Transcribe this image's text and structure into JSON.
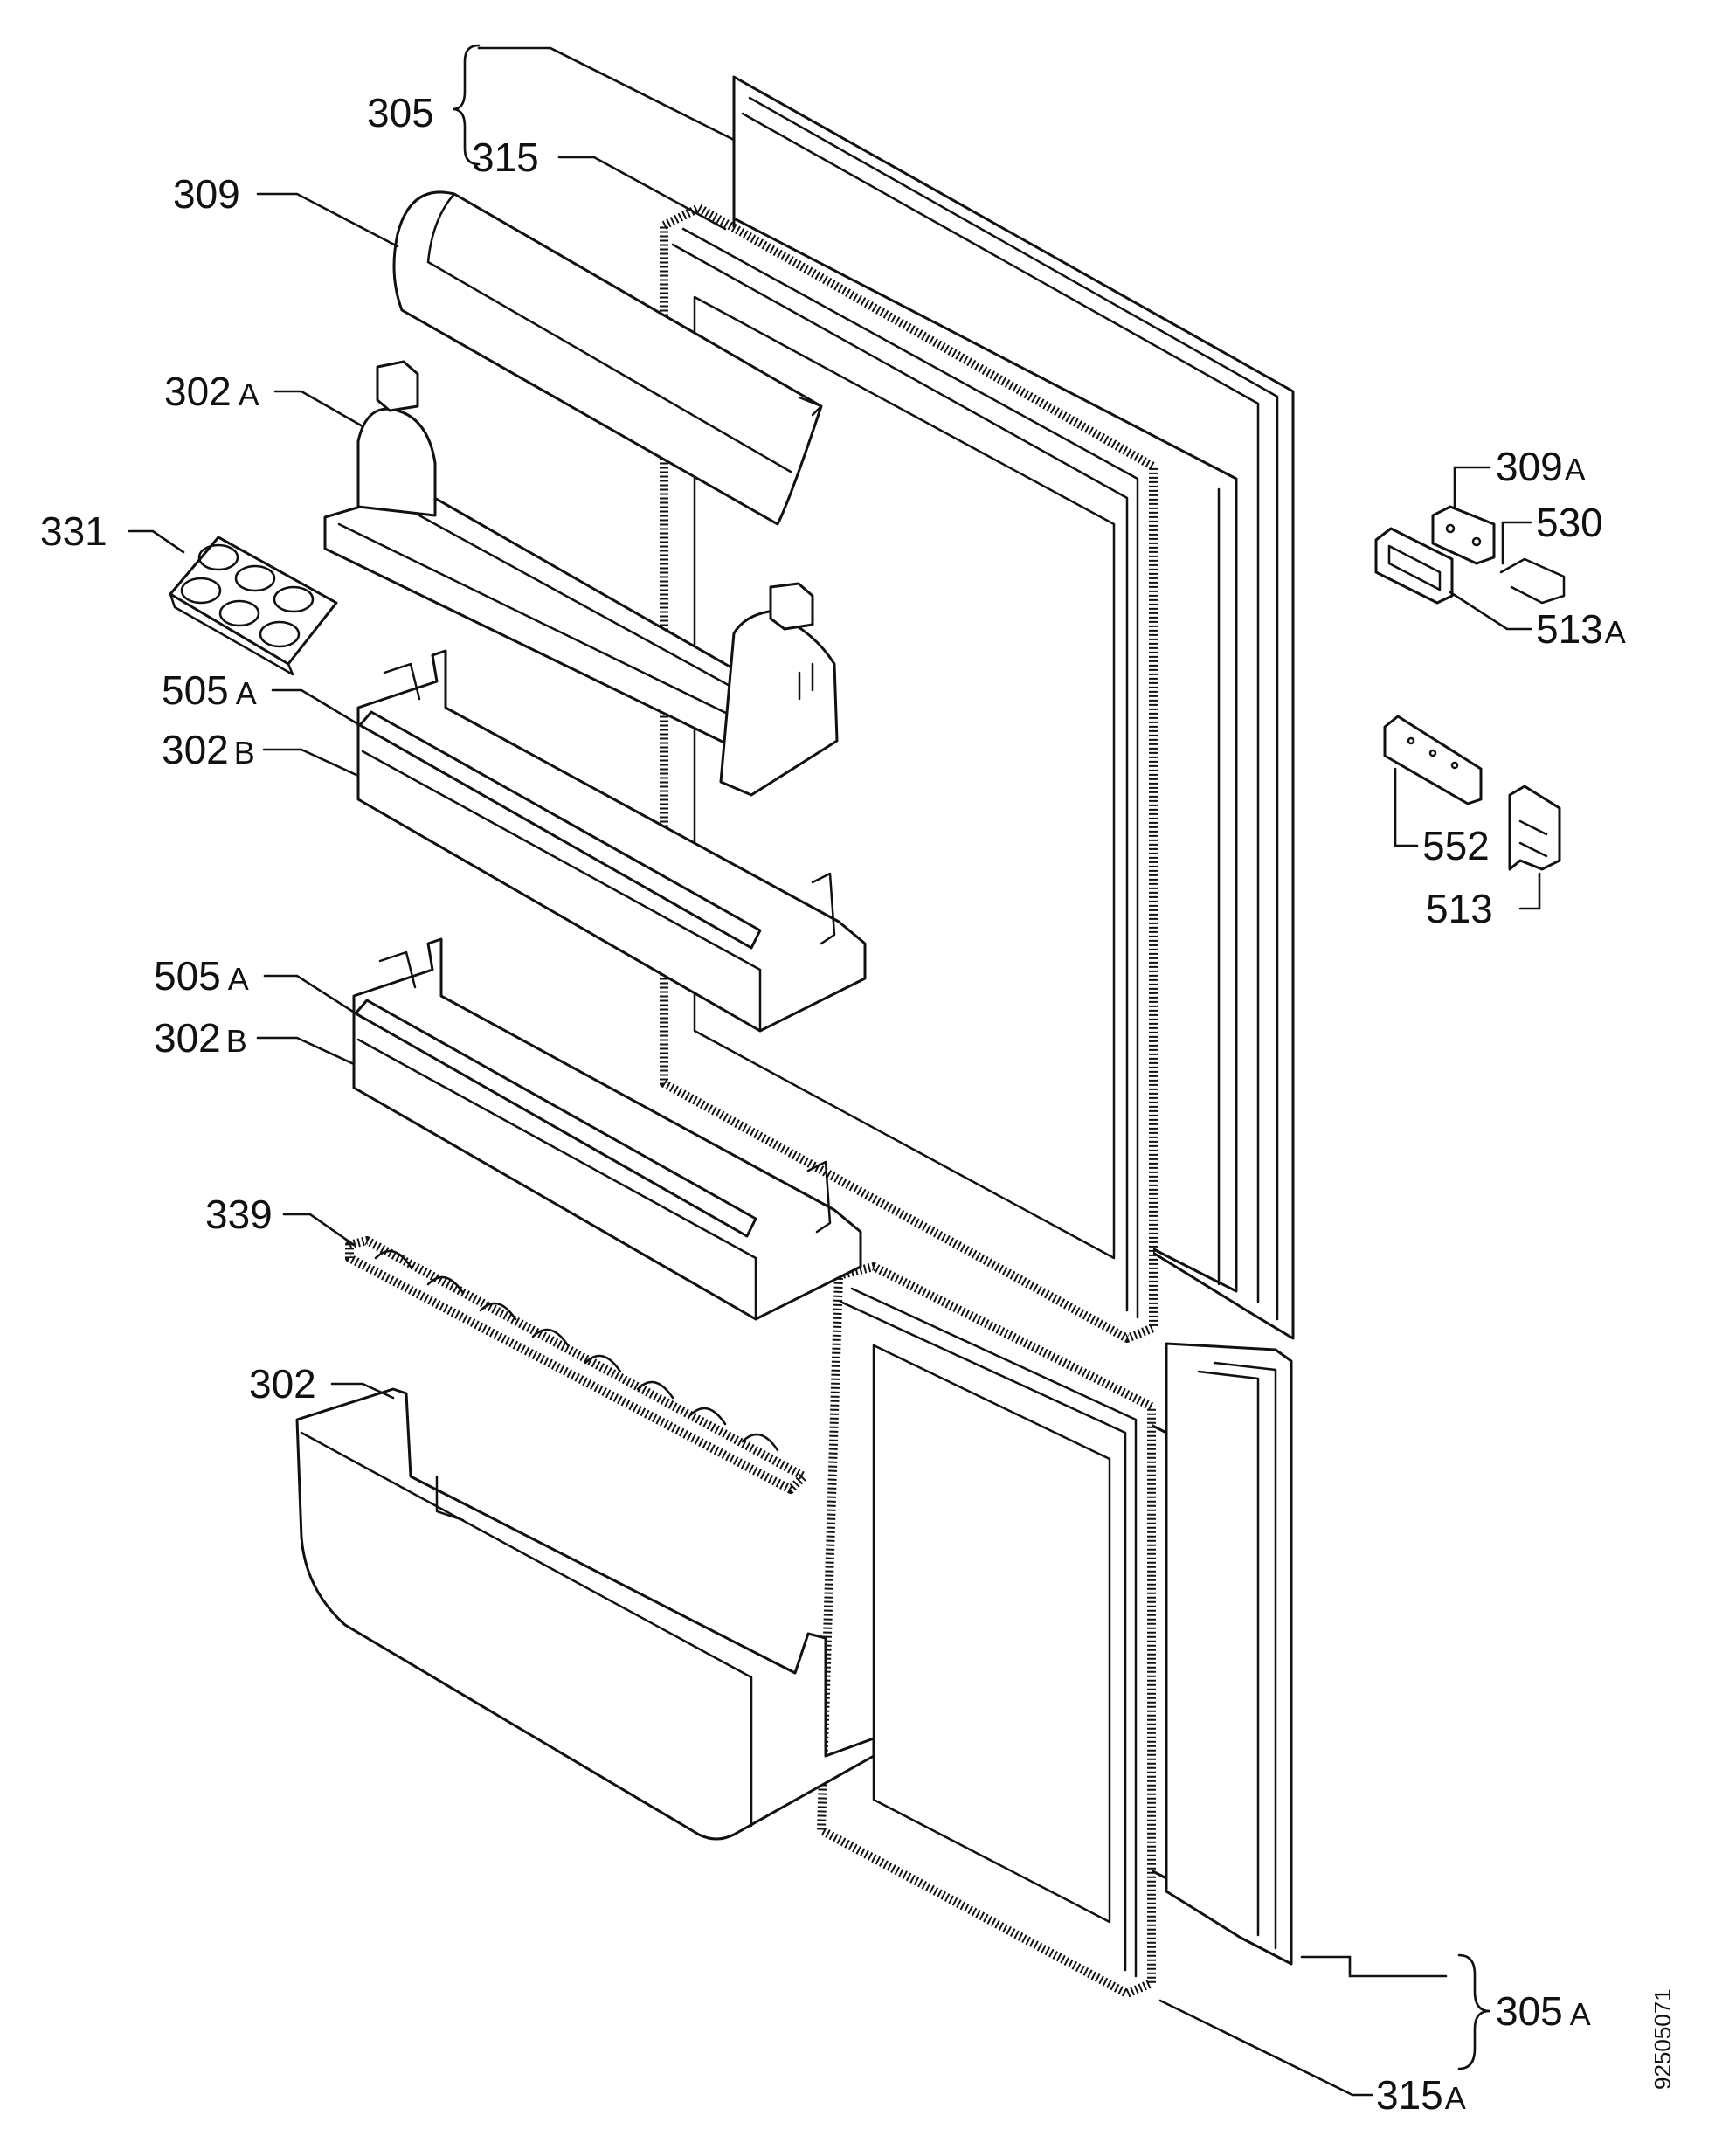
{
  "labels": {
    "l305": "305",
    "l315": "315",
    "l309": "309",
    "l302a_num": "302",
    "l302a_suf": "A",
    "l331": "331",
    "l505a1_num": "505",
    "l505a1_suf": "A",
    "l302b1_num": "302",
    "l302b1_suf": "B",
    "l505a2_num": "505",
    "l505a2_suf": "A",
    "l302b2_num": "302",
    "l302b2_suf": "B",
    "l339": "339",
    "l302": "302",
    "l309a_num": "309",
    "l309a_suf": "A",
    "l530": "530",
    "l513a_num": "513",
    "l513a_suf": "A",
    "l552": "552",
    "l513": "513",
    "l305a_num": "305",
    "l305a_suf": "A",
    "l315a_num": "315",
    "l315a_suf": "A"
  },
  "drawing_code": "92505071"
}
